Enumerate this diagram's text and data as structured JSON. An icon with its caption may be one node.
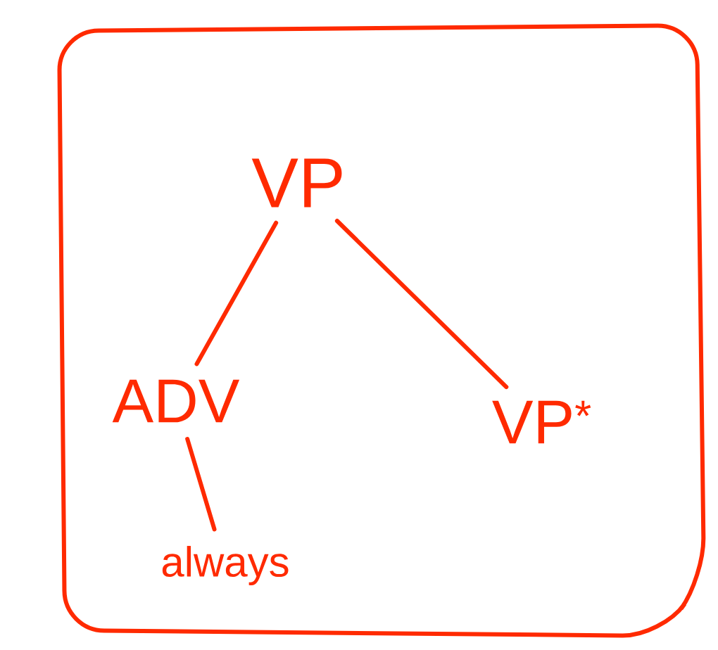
{
  "diagram": {
    "nodes": [
      {
        "text": [
          "VP"
        ]
      },
      {
        "text": [
          "ADV"
        ]
      },
      {
        "text": [
          "VP$^{*}$"
        ]
      },
      {
        "text": [
          "always"
        ]
      }
    ],
    "edges": [
      {
        "from": 0,
        "to": 1,
        "arrow": "none"
      },
      {
        "from": 0,
        "to": 2,
        "arrow": "none"
      },
      {
        "from": 1,
        "to": 3,
        "arrow": "none"
      }
    ]
  }
}
